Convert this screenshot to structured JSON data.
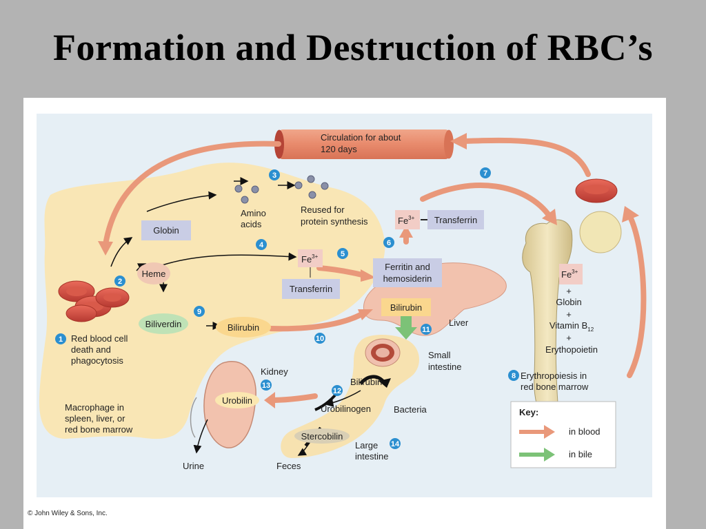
{
  "title": "Formation and Destruction of RBC’s",
  "copyright": "© John Wiley & Sons, Inc.",
  "colors": {
    "blood_arrow": "#e9987a",
    "bile_arrow": "#7cc277",
    "step_circle": "#2b8fd0",
    "background": "#e6eff5",
    "macrophage": "#f9e6b5"
  },
  "labels": {
    "circulation_1": "Circulation for about",
    "circulation_2": "120 days",
    "globin": "Globin",
    "amino_1": "Amino",
    "amino_2": "acids",
    "reused_1": "Reused for",
    "reused_2": "protein synthesis",
    "heme": "Heme",
    "fe": "Fe",
    "fe_sup": "3+",
    "transferrin": "Transferrin",
    "ferritin_1": "Ferritin and",
    "ferritin_2": "hemosiderin",
    "biliverdin": "Biliverdin",
    "bilirubin": "Bilirubin",
    "liver": "Liver",
    "rbc_death_1": "Red blood cell",
    "rbc_death_2": "death and",
    "rbc_death_3": "phagocytosis",
    "macrophage_1": "Macrophage in",
    "macrophage_2": "spleen, liver, or",
    "macrophage_3": "red bone marrow",
    "kidney": "Kidney",
    "urobilin": "Urobilin",
    "urine": "Urine",
    "small_int_1": "Small",
    "small_int_2": "intestine",
    "urobilinogen": "Urobilinogen",
    "bacteria": "Bacteria",
    "stercobilin": "Stercobilin",
    "large_int_1": "Large",
    "large_int_2": "intestine",
    "feces": "Feces",
    "plus": "+",
    "globin_plain": "Globin",
    "vitamin": "Vitamin B",
    "vitamin_sub": "12",
    "epo": "Erythopoietin",
    "erythro_1": "Erythropoiesis in",
    "erythro_2": "red bone marrow",
    "key": "Key:",
    "in_blood": "in blood",
    "in_bile": "in bile"
  },
  "steps": [
    "1",
    "2",
    "3",
    "4",
    "5",
    "6",
    "7",
    "8",
    "9",
    "10",
    "11",
    "12",
    "13",
    "14"
  ]
}
